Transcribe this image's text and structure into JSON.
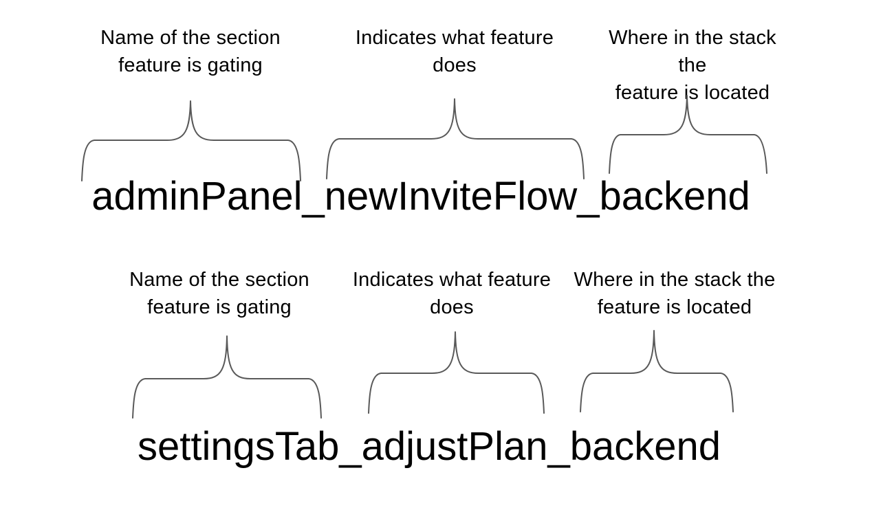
{
  "page": {
    "background": "#ffffff"
  },
  "colors": {
    "brace": "#595959",
    "text": "#000000"
  },
  "diagram": {
    "groups": [
      {
        "flag_name": "adminPanel_newInviteFlow_backend",
        "annotations": [
          {
            "label": "Name of the section\nfeature is gating"
          },
          {
            "label": "Indicates what feature\ndoes"
          },
          {
            "label": "Where in the stack the\nfeature is located"
          }
        ]
      },
      {
        "flag_name": "settingsTab_adjustPlan_backend",
        "annotations": [
          {
            "label": "Name of the section\nfeature is gating"
          },
          {
            "label": "Indicates what feature\ndoes"
          },
          {
            "label": "Where in the stack the\nfeature is located"
          }
        ]
      }
    ]
  }
}
